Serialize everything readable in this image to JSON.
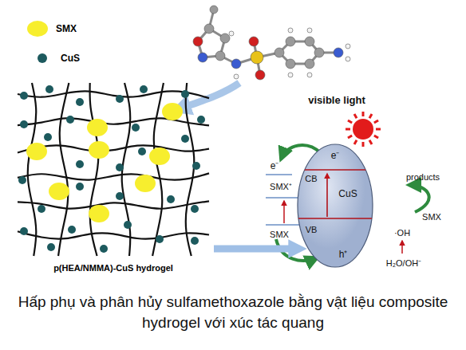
{
  "diagram": {
    "caption": "Hấp phụ và phân hủy sulfamethoxazole bằng vật liệu composite hydrogel với xúc tác quang",
    "nodes": [
      {
        "text": [
          "p(HEA/NMMA)-CuS hydrogel"
        ]
      },
      {
        "text": [
          "e⁻",
          "CB",
          "CuS",
          "VB",
          "h⁺"
        ]
      }
    ],
    "edges": [
      {
        "from": 0,
        "to": 1,
        "arrow": "to"
      }
    ],
    "labels": [
      "visible light",
      "e⁻",
      "SMX⁺",
      "SMX",
      "products",
      "SMX",
      "·OH",
      "H₂O/OH⁻"
    ],
    "legend": [
      {
        "text": "SMX",
        "color": "#f7ee2e"
      },
      {
        "text": "CuS",
        "color": "#1d5a5e"
      }
    ]
  }
}
